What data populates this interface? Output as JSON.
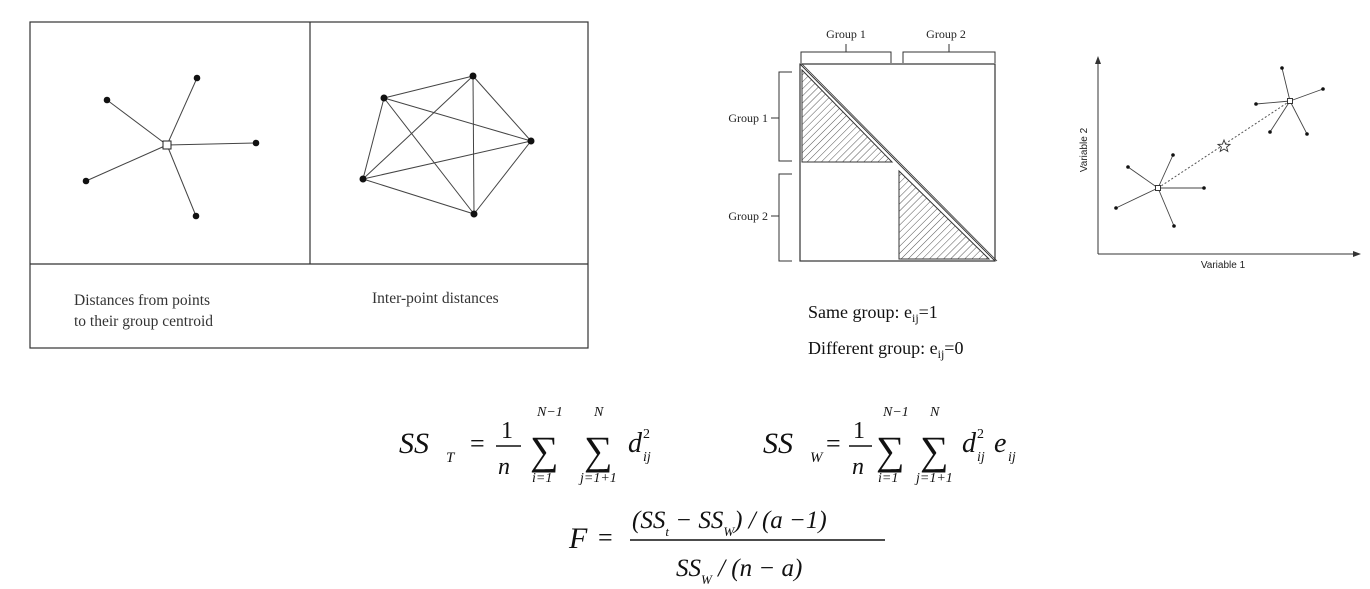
{
  "left_panel": {
    "caption_centroid_line1": "Distances from points",
    "caption_centroid_line2": "to their group centroid",
    "caption_interpoint": "Inter-point distances"
  },
  "matrix_panel": {
    "col_group1": "Group 1",
    "col_group2": "Group 2",
    "row_group1": "Group 1",
    "row_group2": "Group 2",
    "legend_same_prefix": "Same group: e",
    "legend_same_sub": "ij",
    "legend_same_suffix": "=1",
    "legend_diff_prefix": "Different group: e",
    "legend_diff_sub": "ij",
    "legend_diff_suffix": "=0"
  },
  "scatter_panel": {
    "xlabel": "Variable 1",
    "ylabel": "Variable 2"
  },
  "equations": {
    "sst_lhs": "SS",
    "sst_sub": "T",
    "ssw_lhs": "SS",
    "ssw_sub": "W",
    "equals": "=",
    "one": "1",
    "n": "n",
    "sum_upper_1": "N−1",
    "sum_lower_1": "i=1",
    "sum_upper_2": "N",
    "sum_lower_2": "j=1+1",
    "sigma": "∑",
    "d": "d",
    "d_sub": "ij",
    "d_sup": "2",
    "e": "e",
    "e_sub": "ij",
    "F": "F",
    "f_num": "(SS",
    "f_num_sub_t": "t",
    "f_num_mid": " − SS",
    "f_num_sub_w": "W",
    "f_num_end": ") / (a −1)",
    "f_den": "SS",
    "f_den_sub": "W",
    "f_den_end": " / (n − a)"
  },
  "colors": {
    "ink": "#111111",
    "hatch": "#555555",
    "frame": "#333333"
  }
}
